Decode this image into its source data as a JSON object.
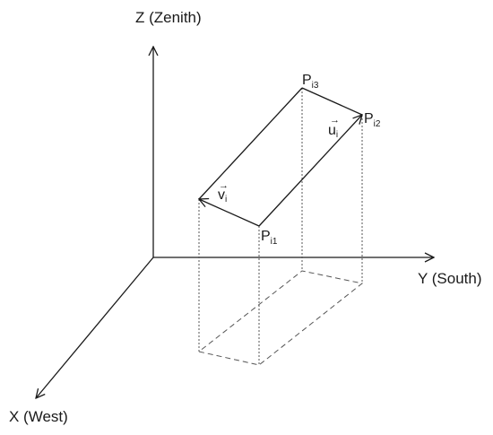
{
  "axes": {
    "z_label": "Z (Zenith)",
    "y_label": "Y (South)",
    "x_label": "X (West)"
  },
  "points": {
    "p1": {
      "base": "P",
      "sub": "i1"
    },
    "p2": {
      "base": "P",
      "sub": "i2"
    },
    "p3": {
      "base": "P",
      "sub": "i3"
    }
  },
  "vectors": {
    "u": {
      "base": "u",
      "sub": "i",
      "arrow": "→"
    },
    "v": {
      "base": "v",
      "sub": "i",
      "arrow": "→"
    }
  },
  "colors": {
    "ink": "#1a1a1a",
    "guide": "#555555"
  }
}
